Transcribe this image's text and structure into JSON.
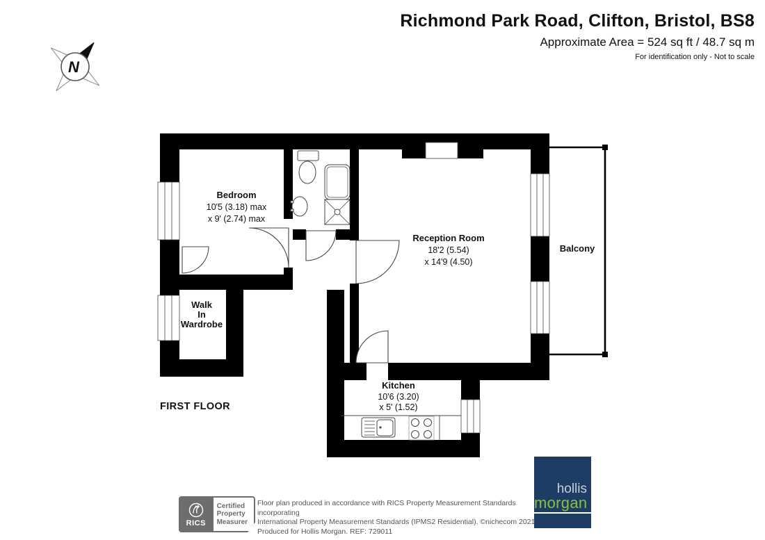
{
  "header": {
    "title": "Richmond Park Road, Clifton, Bristol, BS8",
    "area": "Approximate Area = 524 sq ft / 48.7 sq m",
    "note": "For identification only - Not to scale"
  },
  "compass": {
    "north_label": "N"
  },
  "plan": {
    "floor_label": "FIRST FLOOR",
    "bedroom_name": "Bedroom",
    "bedroom_dim1": "10'5 (3.18) max",
    "bedroom_dim2": "x 9' (2.74) max",
    "reception_name": "Reception Room",
    "reception_dim1": "18'2 (5.54)",
    "reception_dim2": "x 14'9 (4.50)",
    "balcony_name": "Balcony",
    "wardrobe_line1": "Walk",
    "wardrobe_line2": "In",
    "wardrobe_line3": "Wardrobe",
    "kitchen_name": "Kitchen",
    "kitchen_dim1": "10'6 (3.20)",
    "kitchen_dim2": "x 5' (1.52)"
  },
  "footer": {
    "rics_brand": "RICS",
    "rics_line1": "Certified",
    "rics_line2": "Property",
    "rics_line3": "Measurer",
    "disclaimer1": "Floor plan produced in accordance with RICS Property Measurement Standards incorporating",
    "disclaimer2": "International Property Measurement Standards (IPMS2 Residential).  ©nichecom 2021.",
    "disclaimer3": "Produced for Hollis Morgan.   REF: 729011",
    "logo_line1": "hollis",
    "logo_line2": "morgan"
  },
  "colors": {
    "navy": "#1e3d64",
    "green": "#8cbf3f",
    "wall": "#000000",
    "badge_gray": "#6d6d6d"
  }
}
